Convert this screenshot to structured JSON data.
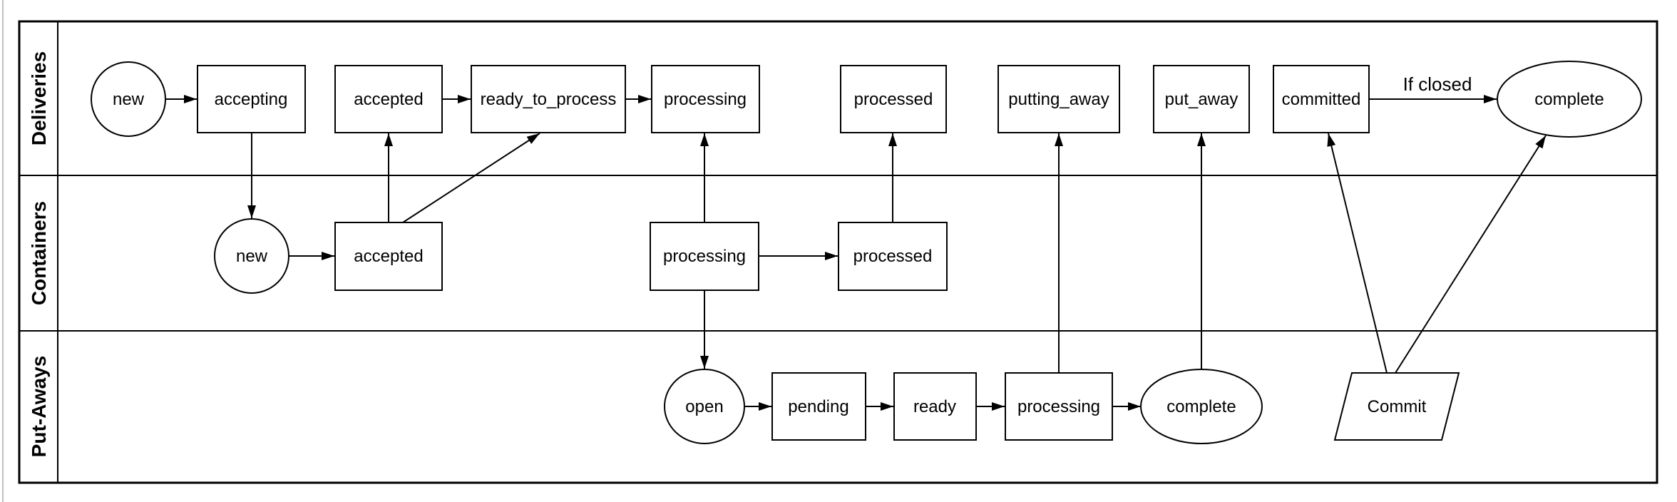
{
  "diagram_type": "swimlane-flowchart",
  "colors": {
    "line": "#000000",
    "shape_fill": "#ffffff",
    "background": "#ffffff",
    "page_edge": "#c0c0c0"
  },
  "lanes": [
    {
      "label": "Deliveries",
      "nodes": [
        {
          "label": "new",
          "shape": "ellipse"
        },
        {
          "label": "accepting",
          "shape": "rect"
        },
        {
          "label": "accepted",
          "shape": "rect"
        },
        {
          "label": "ready_to_process",
          "shape": "rect"
        },
        {
          "label": "processing",
          "shape": "rect"
        },
        {
          "label": "processed",
          "shape": "rect"
        },
        {
          "label": "putting_away",
          "shape": "rect"
        },
        {
          "label": "put_away",
          "shape": "rect"
        },
        {
          "label": "committed",
          "shape": "rect"
        },
        {
          "label": "complete",
          "shape": "ellipse"
        }
      ]
    },
    {
      "label": "Containers",
      "nodes": [
        {
          "label": "new",
          "shape": "ellipse"
        },
        {
          "label": "accepted",
          "shape": "rect"
        },
        {
          "label": "processing",
          "shape": "rect"
        },
        {
          "label": "processed",
          "shape": "rect"
        }
      ]
    },
    {
      "label": "Put-Aways",
      "nodes": [
        {
          "label": "open",
          "shape": "ellipse"
        },
        {
          "label": "pending",
          "shape": "rect"
        },
        {
          "label": "ready",
          "shape": "rect"
        },
        {
          "label": "processing",
          "shape": "rect"
        },
        {
          "label": "complete",
          "shape": "ellipse"
        },
        {
          "label": "Commit",
          "shape": "parallelogram"
        }
      ]
    }
  ],
  "edges": [
    {
      "from": "Deliveries/new",
      "to": "Deliveries/accepting"
    },
    {
      "from": "Deliveries/accepting",
      "to": "Containers/new"
    },
    {
      "from": "Containers/new",
      "to": "Containers/accepted"
    },
    {
      "from": "Containers/accepted",
      "to": "Deliveries/accepted"
    },
    {
      "from": "Containers/accepted",
      "to": "Deliveries/ready_to_process"
    },
    {
      "from": "Deliveries/accepted",
      "to": "Deliveries/ready_to_process"
    },
    {
      "from": "Deliveries/ready_to_process",
      "to": "Deliveries/processing"
    },
    {
      "from": "Containers/processing",
      "to": "Deliveries/processing"
    },
    {
      "from": "Containers/processing",
      "to": "Containers/processed"
    },
    {
      "from": "Containers/processed",
      "to": "Deliveries/processed"
    },
    {
      "from": "Containers/processing",
      "to": "Put-Aways/open"
    },
    {
      "from": "Put-Aways/open",
      "to": "Put-Aways/pending"
    },
    {
      "from": "Put-Aways/pending",
      "to": "Put-Aways/ready"
    },
    {
      "from": "Put-Aways/ready",
      "to": "Put-Aways/processing"
    },
    {
      "from": "Put-Aways/processing",
      "to": "Put-Aways/complete"
    },
    {
      "from": "Put-Aways/processing",
      "to": "Deliveries/putting_away"
    },
    {
      "from": "Put-Aways/complete",
      "to": "Deliveries/put_away"
    },
    {
      "from": "Put-Aways/Commit",
      "to": "Deliveries/committed"
    },
    {
      "from": "Put-Aways/Commit",
      "to": "Deliveries/complete"
    },
    {
      "from": "Deliveries/committed",
      "to": "Deliveries/complete",
      "label": "If closed"
    }
  ]
}
